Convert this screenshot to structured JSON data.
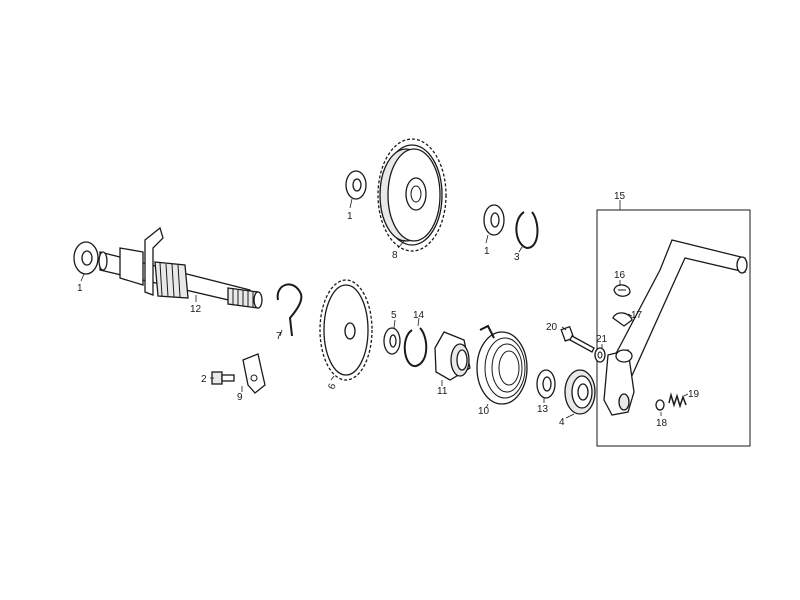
{
  "diagram": {
    "labels": {
      "p1a": "1",
      "p1b": "1",
      "p1c": "1",
      "p2": "2",
      "p3": "3",
      "p4": "4",
      "p5": "5",
      "p6": "6",
      "p7": "7",
      "p8": "8",
      "p9": "9",
      "p10": "10",
      "p11": "11",
      "p12": "12",
      "p13": "13",
      "p14": "14",
      "p15": "15",
      "p16": "16",
      "p17": "17",
      "p18": "18",
      "p19": "19",
      "p20": "20",
      "p21": "21"
    }
  }
}
